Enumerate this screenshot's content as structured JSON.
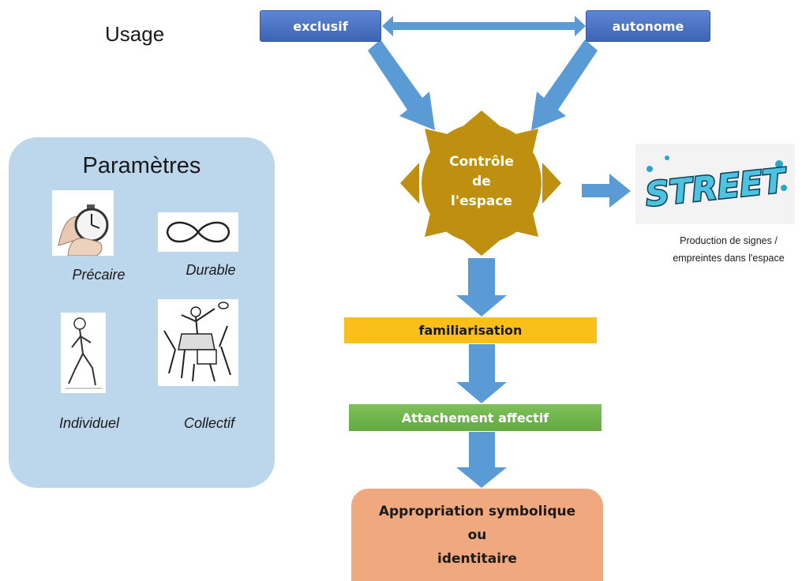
{
  "header": {
    "title": "Usage"
  },
  "modes": {
    "left": "exclusif",
    "right": "autonome"
  },
  "parameters": {
    "title": "Paramètres",
    "items": [
      {
        "label": "Précaire",
        "icon": "stopwatch-icon"
      },
      {
        "label": "Durable",
        "icon": "infinity-icon"
      },
      {
        "label": "Individuel",
        "icon": "runner-icon"
      },
      {
        "label": "Collectif",
        "icon": "rugby-lineout-icon"
      }
    ]
  },
  "center": {
    "lines": [
      "Contrôle",
      "de",
      "l'espace"
    ],
    "color": "#bf9010"
  },
  "street": {
    "caption_lines": [
      "Production de signes /",
      "empreintes dans l'espace"
    ],
    "graffiti_text": "STREET"
  },
  "steps": {
    "familiarisation": "familiarisation",
    "attachement": "Attachement affectif",
    "appropriation_lines": [
      "Appropriation symbolique",
      "ou",
      "identitaire"
    ]
  },
  "colors": {
    "arrow": "#5b9bd5",
    "mode_box": "#4472c4",
    "panel": "#bcd6ec",
    "familiarisation": "#fbbf1c",
    "attachement": "#70ad47",
    "appropriation": "#f0a97f"
  }
}
